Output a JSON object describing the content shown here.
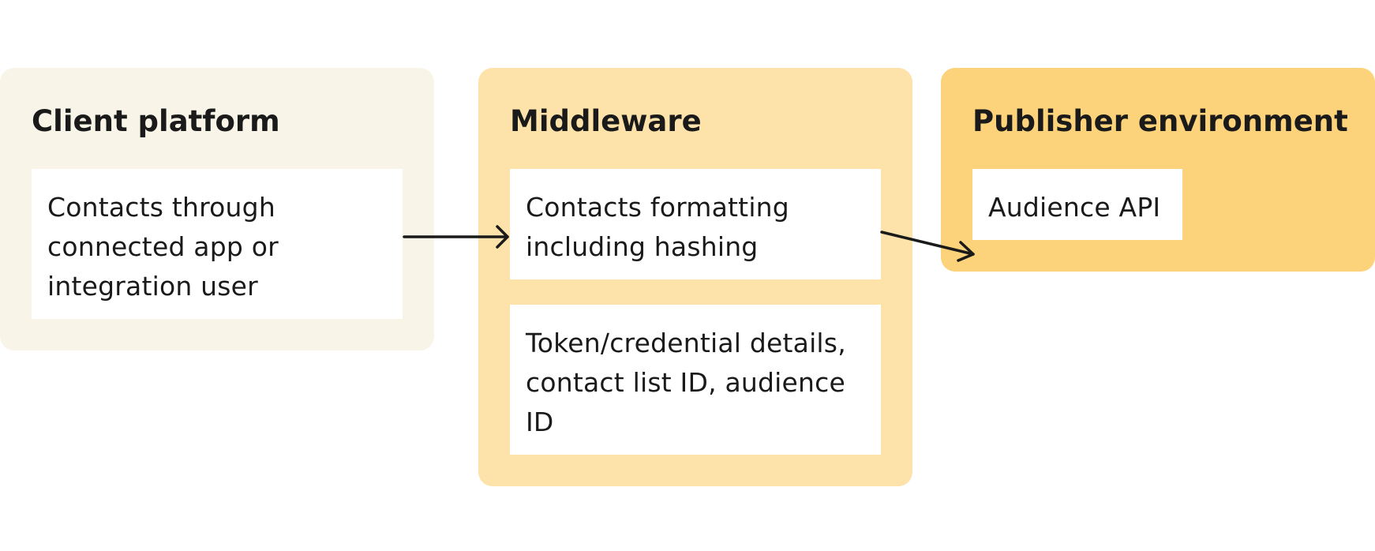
{
  "groups": {
    "client": {
      "title": "Client platform",
      "card": "Contacts through connected app or integration user"
    },
    "middleware": {
      "title": "Middleware",
      "cards": [
        "Contacts formatting including hashing",
        "Token/credential details, contact list ID, audience ID"
      ]
    },
    "publisher": {
      "title": "Publisher environment",
      "card": "Audience API"
    }
  },
  "colors": {
    "client_bg": "#f8f5e8",
    "middleware_bg": "#fde3a9",
    "publisher_bg": "#fcd27a",
    "card_bg": "#ffffff",
    "text": "#1a1a1a",
    "arrow": "#1a1a1a"
  }
}
